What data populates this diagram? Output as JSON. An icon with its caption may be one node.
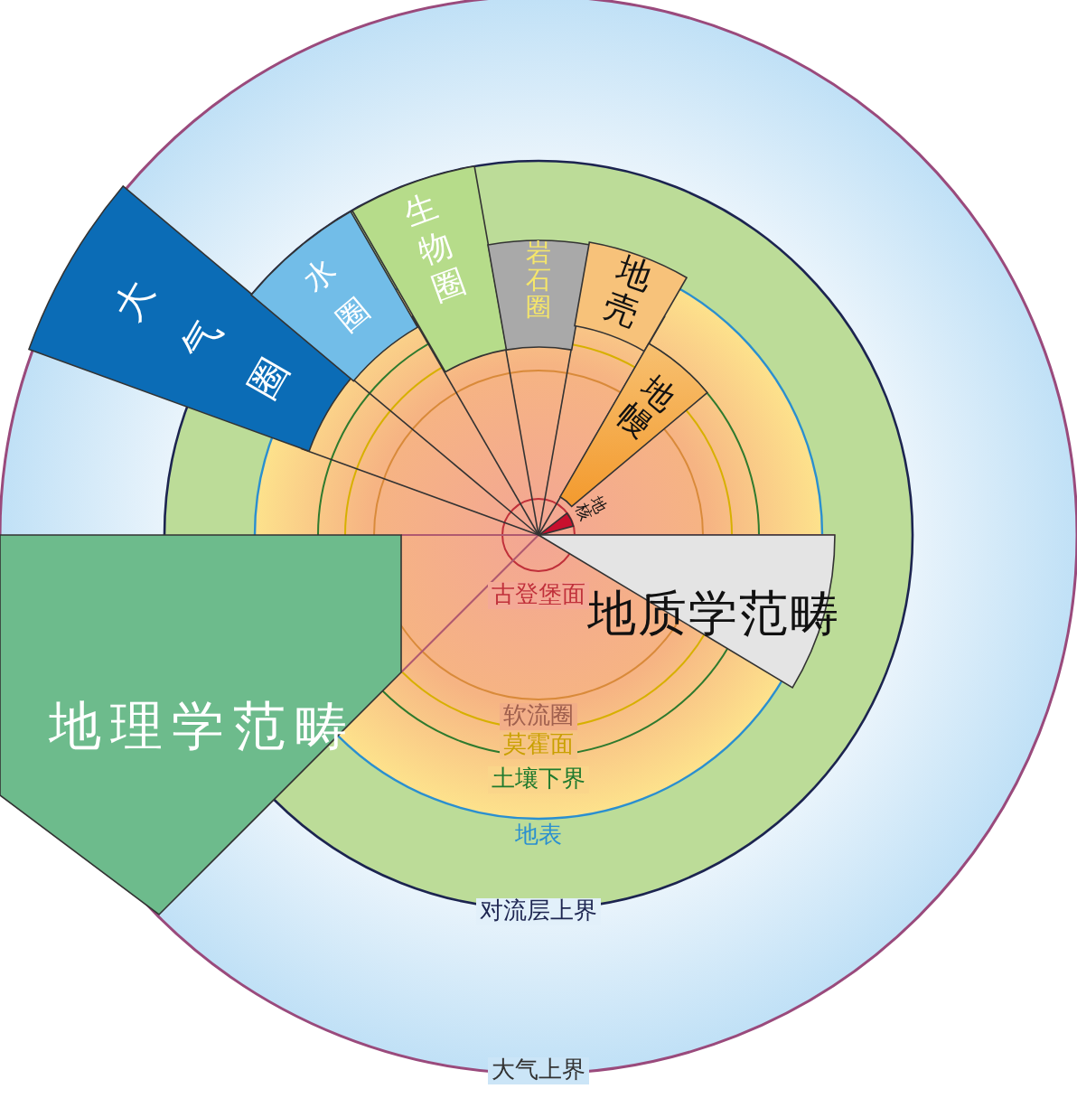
{
  "diagram": {
    "nodes": [
      {
        "text": [
          "大气圈"
        ]
      },
      {
        "text": [
          "水圈"
        ]
      },
      {
        "text": [
          "生物圈"
        ]
      },
      {
        "text": [
          "岩石圈"
        ]
      },
      {
        "text": [
          "地壳"
        ]
      },
      {
        "text": [
          "地幔"
        ]
      },
      {
        "text": [
          "地核"
        ]
      },
      {
        "text": [
          "地质学范畴"
        ]
      },
      {
        "text": [
          "地理学范畴"
        ]
      }
    ],
    "labels": [
      "古登堡面",
      "软流圈",
      "莫霍面",
      "土壤下界",
      "地表",
      "对流层上界",
      "大气上界"
    ]
  }
}
